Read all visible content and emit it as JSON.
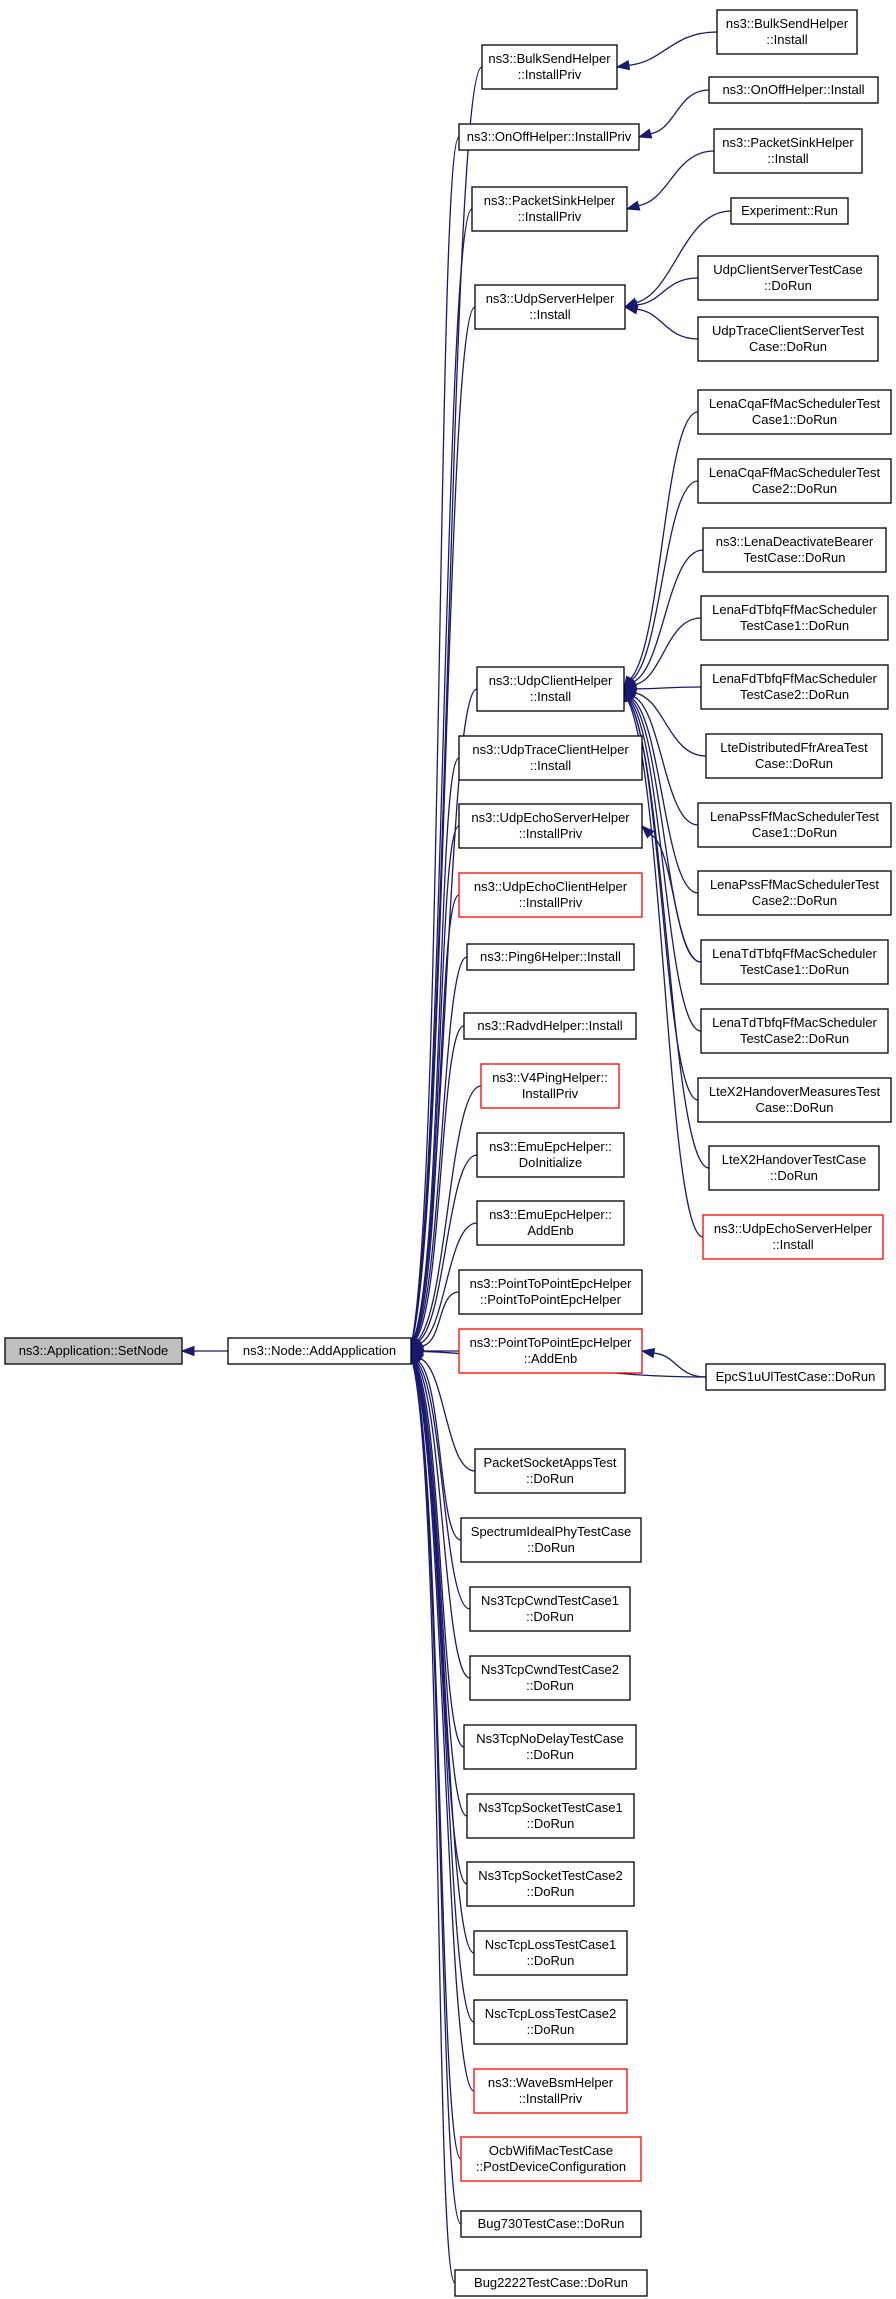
{
  "nodes": [
    {
      "id": "setnode",
      "lines": [
        "ns3::Application::SetNode"
      ],
      "style": "root"
    },
    {
      "id": "addapp",
      "lines": [
        "ns3::Node::AddApplication"
      ]
    },
    {
      "id": "bulksend_priv",
      "lines": [
        "ns3::BulkSendHelper",
        "::InstallPriv"
      ]
    },
    {
      "id": "onoff_priv",
      "lines": [
        "ns3::OnOffHelper::InstallPriv"
      ]
    },
    {
      "id": "packetsink_priv",
      "lines": [
        "ns3::PacketSinkHelper",
        "::InstallPriv"
      ]
    },
    {
      "id": "udpserver_install",
      "lines": [
        "ns3::UdpServerHelper",
        "::Install"
      ]
    },
    {
      "id": "udpclient_install",
      "lines": [
        "ns3::UdpClientHelper",
        "::Install"
      ]
    },
    {
      "id": "udptrace_install",
      "lines": [
        "ns3::UdpTraceClientHelper",
        "::Install"
      ]
    },
    {
      "id": "udpechoserver_priv",
      "lines": [
        "ns3::UdpEchoServerHelper",
        "::InstallPriv"
      ]
    },
    {
      "id": "udpechoclient_priv",
      "lines": [
        "ns3::UdpEchoClientHelper",
        "::InstallPriv"
      ],
      "style": "red"
    },
    {
      "id": "ping6",
      "lines": [
        "ns3::Ping6Helper::Install"
      ]
    },
    {
      "id": "radvd",
      "lines": [
        "ns3::RadvdHelper::Install"
      ]
    },
    {
      "id": "v4ping",
      "lines": [
        "ns3::V4PingHelper::",
        "InstallPriv"
      ],
      "style": "red"
    },
    {
      "id": "emu_init",
      "lines": [
        "ns3::EmuEpcHelper::",
        "DoInitialize"
      ]
    },
    {
      "id": "emu_addenb",
      "lines": [
        "ns3::EmuEpcHelper::",
        "AddEnb"
      ]
    },
    {
      "id": "p2p_ctor",
      "lines": [
        "ns3::PointToPointEpcHelper",
        "::PointToPointEpcHelper"
      ]
    },
    {
      "id": "p2p_addenb",
      "lines": [
        "ns3::PointToPointEpcHelper",
        "::AddEnb"
      ],
      "style": "red"
    },
    {
      "id": "packetsocket",
      "lines": [
        "PacketSocketAppsTest",
        "::DoRun"
      ]
    },
    {
      "id": "spectrum",
      "lines": [
        "SpectrumIdealPhyTestCase",
        "::DoRun"
      ]
    },
    {
      "id": "cwnd1",
      "lines": [
        "Ns3TcpCwndTestCase1",
        "::DoRun"
      ]
    },
    {
      "id": "cwnd2",
      "lines": [
        "Ns3TcpCwndTestCase2",
        "::DoRun"
      ]
    },
    {
      "id": "nodelay",
      "lines": [
        "Ns3TcpNoDelayTestCase",
        "::DoRun"
      ]
    },
    {
      "id": "socket1",
      "lines": [
        "Ns3TcpSocketTestCase1",
        "::DoRun"
      ]
    },
    {
      "id": "socket2",
      "lines": [
        "Ns3TcpSocketTestCase2",
        "::DoRun"
      ]
    },
    {
      "id": "nscloss1",
      "lines": [
        "NscTcpLossTestCase1",
        "::DoRun"
      ]
    },
    {
      "id": "nscloss2",
      "lines": [
        "NscTcpLossTestCase2",
        "::DoRun"
      ]
    },
    {
      "id": "wavebsm",
      "lines": [
        "ns3::WaveBsmHelper",
        "::InstallPriv"
      ],
      "style": "red"
    },
    {
      "id": "ocb",
      "lines": [
        "OcbWifiMacTestCase",
        "::PostDeviceConfiguration"
      ],
      "style": "red"
    },
    {
      "id": "bug730",
      "lines": [
        "Bug730TestCase::DoRun"
      ]
    },
    {
      "id": "bug2222",
      "lines": [
        "Bug2222TestCase::DoRun"
      ]
    },
    {
      "id": "bulksend_install",
      "lines": [
        "ns3::BulkSendHelper",
        "::Install"
      ]
    },
    {
      "id": "onoff_install",
      "lines": [
        "ns3::OnOffHelper::Install"
      ]
    },
    {
      "id": "packetsink_install",
      "lines": [
        "ns3::PacketSinkHelper",
        "::Install"
      ]
    },
    {
      "id": "experiment",
      "lines": [
        "Experiment::Run"
      ]
    },
    {
      "id": "udpclientserver",
      "lines": [
        "UdpClientServerTestCase",
        "::DoRun"
      ]
    },
    {
      "id": "udptraceclientserver",
      "lines": [
        "UdpTraceClientServerTest",
        "Case::DoRun"
      ]
    },
    {
      "id": "cqa1",
      "lines": [
        "LenaCqaFfMacSchedulerTest",
        "Case1::DoRun"
      ]
    },
    {
      "id": "cqa2",
      "lines": [
        "LenaCqaFfMacSchedulerTest",
        "Case2::DoRun"
      ]
    },
    {
      "id": "deactivate",
      "lines": [
        "ns3::LenaDeactivateBearer",
        "TestCase::DoRun"
      ]
    },
    {
      "id": "fdtbfq1",
      "lines": [
        "LenaFdTbfqFfMacScheduler",
        "TestCase1::DoRun"
      ]
    },
    {
      "id": "fdtbfq2",
      "lines": [
        "LenaFdTbfqFfMacScheduler",
        "TestCase2::DoRun"
      ]
    },
    {
      "id": "distffr",
      "lines": [
        "LteDistributedFfrAreaTest",
        "Case::DoRun"
      ]
    },
    {
      "id": "pss1",
      "lines": [
        "LenaPssFfMacSchedulerTest",
        "Case1::DoRun"
      ]
    },
    {
      "id": "pss2",
      "lines": [
        "LenaPssFfMacSchedulerTest",
        "Case2::DoRun"
      ]
    },
    {
      "id": "tdtbfq1",
      "lines": [
        "LenaTdTbfqFfMacScheduler",
        "TestCase1::DoRun"
      ]
    },
    {
      "id": "tdtbfq2",
      "lines": [
        "LenaTdTbfqFfMacScheduler",
        "TestCase2::DoRun"
      ]
    },
    {
      "id": "x2measures",
      "lines": [
        "LteX2HandoverMeasuresTest",
        "Case::DoRun"
      ]
    },
    {
      "id": "x2handover",
      "lines": [
        "LteX2HandoverTestCase",
        "::DoRun"
      ]
    },
    {
      "id": "udpechoserver_install",
      "lines": [
        "ns3::UdpEchoServerHelper",
        "::Install"
      ],
      "style": "red"
    },
    {
      "id": "epcs1u",
      "lines": [
        "EpcS1uUlTestCase::DoRun"
      ]
    }
  ],
  "edges": [
    {
      "from": "addapp",
      "to": "setnode"
    },
    {
      "from": "bulksend_priv",
      "to": "addapp"
    },
    {
      "from": "onoff_priv",
      "to": "addapp"
    },
    {
      "from": "packetsink_priv",
      "to": "addapp"
    },
    {
      "from": "udpserver_install",
      "to": "addapp"
    },
    {
      "from": "udpclient_install",
      "to": "addapp"
    },
    {
      "from": "udptrace_install",
      "to": "addapp"
    },
    {
      "from": "udpechoserver_priv",
      "to": "addapp"
    },
    {
      "from": "udpechoclient_priv",
      "to": "addapp"
    },
    {
      "from": "ping6",
      "to": "addapp"
    },
    {
      "from": "radvd",
      "to": "addapp"
    },
    {
      "from": "v4ping",
      "to": "addapp"
    },
    {
      "from": "emu_init",
      "to": "addapp"
    },
    {
      "from": "emu_addenb",
      "to": "addapp"
    },
    {
      "from": "p2p_ctor",
      "to": "addapp"
    },
    {
      "from": "p2p_addenb",
      "to": "addapp"
    },
    {
      "from": "epcs1u",
      "to": "addapp"
    },
    {
      "from": "packetsocket",
      "to": "addapp"
    },
    {
      "from": "spectrum",
      "to": "addapp"
    },
    {
      "from": "cwnd1",
      "to": "addapp"
    },
    {
      "from": "cwnd2",
      "to": "addapp"
    },
    {
      "from": "nodelay",
      "to": "addapp"
    },
    {
      "from": "socket1",
      "to": "addapp"
    },
    {
      "from": "socket2",
      "to": "addapp"
    },
    {
      "from": "nscloss1",
      "to": "addapp"
    },
    {
      "from": "nscloss2",
      "to": "addapp"
    },
    {
      "from": "wavebsm",
      "to": "addapp"
    },
    {
      "from": "ocb",
      "to": "addapp"
    },
    {
      "from": "bug730",
      "to": "addapp"
    },
    {
      "from": "bug2222",
      "to": "addapp"
    },
    {
      "from": "bulksend_install",
      "to": "bulksend_priv"
    },
    {
      "from": "onoff_install",
      "to": "onoff_priv"
    },
    {
      "from": "packetsink_install",
      "to": "packetsink_priv"
    },
    {
      "from": "experiment",
      "to": "udpserver_install"
    },
    {
      "from": "udpclientserver",
      "to": "udpserver_install"
    },
    {
      "from": "udptraceclientserver",
      "to": "udpserver_install"
    },
    {
      "from": "cqa1",
      "to": "udpclient_install"
    },
    {
      "from": "cqa2",
      "to": "udpclient_install"
    },
    {
      "from": "deactivate",
      "to": "udpclient_install"
    },
    {
      "from": "fdtbfq1",
      "to": "udpclient_install"
    },
    {
      "from": "fdtbfq2",
      "to": "udpclient_install"
    },
    {
      "from": "distffr",
      "to": "udpclient_install"
    },
    {
      "from": "pss1",
      "to": "udpclient_install"
    },
    {
      "from": "pss2",
      "to": "udpclient_install"
    },
    {
      "from": "tdtbfq1",
      "to": "udpclient_install"
    },
    {
      "from": "tdtbfq2",
      "to": "udpclient_install"
    },
    {
      "from": "x2measures",
      "to": "udpclient_install"
    },
    {
      "from": "x2handover",
      "to": "udpclient_install"
    },
    {
      "from": "udpechoserver_install",
      "to": "udpclient_install"
    },
    {
      "from": "tdtbfq1",
      "to": "udpechoserver_priv"
    },
    {
      "from": "epcs1u",
      "to": "p2p_addenb"
    }
  ]
}
